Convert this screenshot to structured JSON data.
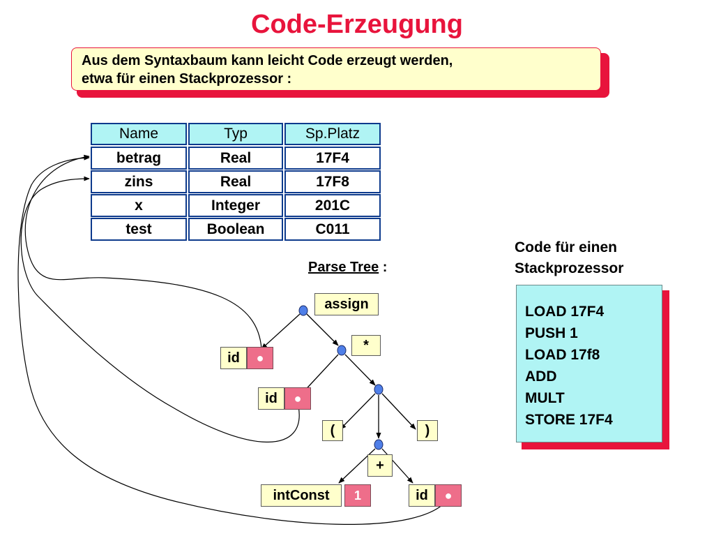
{
  "title": "Code-Erzeugung",
  "intro": {
    "line1": "Aus dem Syntaxbaum kann leicht Code erzeugt werden,",
    "line2": "etwa für einen Stackprozessor :"
  },
  "symbol_table": {
    "headers": [
      "Name",
      "Typ",
      "Sp.Platz"
    ],
    "rows": [
      [
        "betrag",
        "Real",
        "17F4"
      ],
      [
        "zins",
        "Real",
        "17F8"
      ],
      [
        "x",
        "Integer",
        "201C"
      ],
      [
        "test",
        "Boolean",
        "C011"
      ]
    ]
  },
  "parse_tree": {
    "title": "Parse Tree",
    "title_suffix": ":",
    "nodes": {
      "assign": "assign",
      "mult": "*",
      "id1": "id",
      "id2": "id",
      "lparen": "(",
      "rparen": ")",
      "plus": "+",
      "intconst": "intConst",
      "intconst_value": "1",
      "id3": "id",
      "pointer": "●"
    }
  },
  "code": {
    "title_line1": "Code für einen",
    "title_line2": "Stackprozessor",
    "lines": [
      "LOAD 17F4",
      "PUSH 1",
      "LOAD 17f8",
      "ADD",
      "MULT",
      "STORE 17F4"
    ]
  },
  "colors": {
    "title": "#e8143c",
    "accent_shadow": "#e8143c",
    "intro_bg": "#ffffcc",
    "table_border": "#0d3a8c",
    "table_header_bg": "#b0f4f4",
    "node_label_bg": "#ffffcc",
    "pointer_bg": "#ee6e8a",
    "tree_node_fill": "#4f7fe8",
    "code_bg": "#b0f4f4"
  }
}
